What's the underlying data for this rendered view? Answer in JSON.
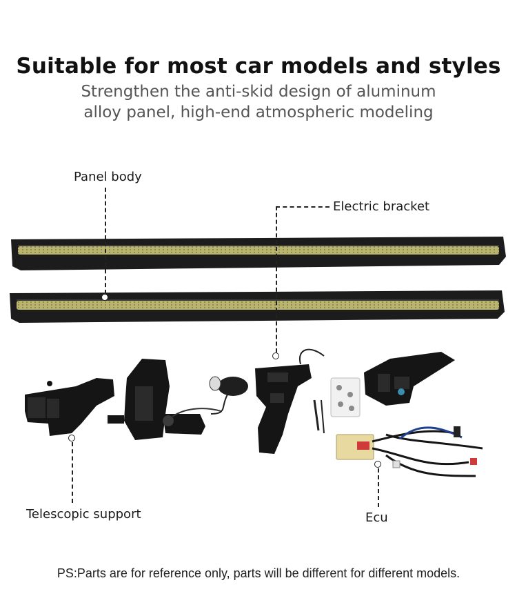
{
  "header": {
    "title": "Suitable for most car models and styles",
    "subtitle_line1": "Strengthen the anti-skid design of aluminum",
    "subtitle_line2": "alloy panel, high-end atmospheric modeling"
  },
  "callouts": {
    "panel_body": "Panel body",
    "electric_bracket": "Electric bracket",
    "telescopic_support": "Telescopic support",
    "ecu": "Ecu"
  },
  "footnote": "PS:Parts are for reference only, parts will be different for different models.",
  "colors": {
    "board_body": "#1c1c1c",
    "tread_strip": "#b9b46e",
    "part_black": "#151515",
    "ecu_box": "#e8d9a0"
  }
}
